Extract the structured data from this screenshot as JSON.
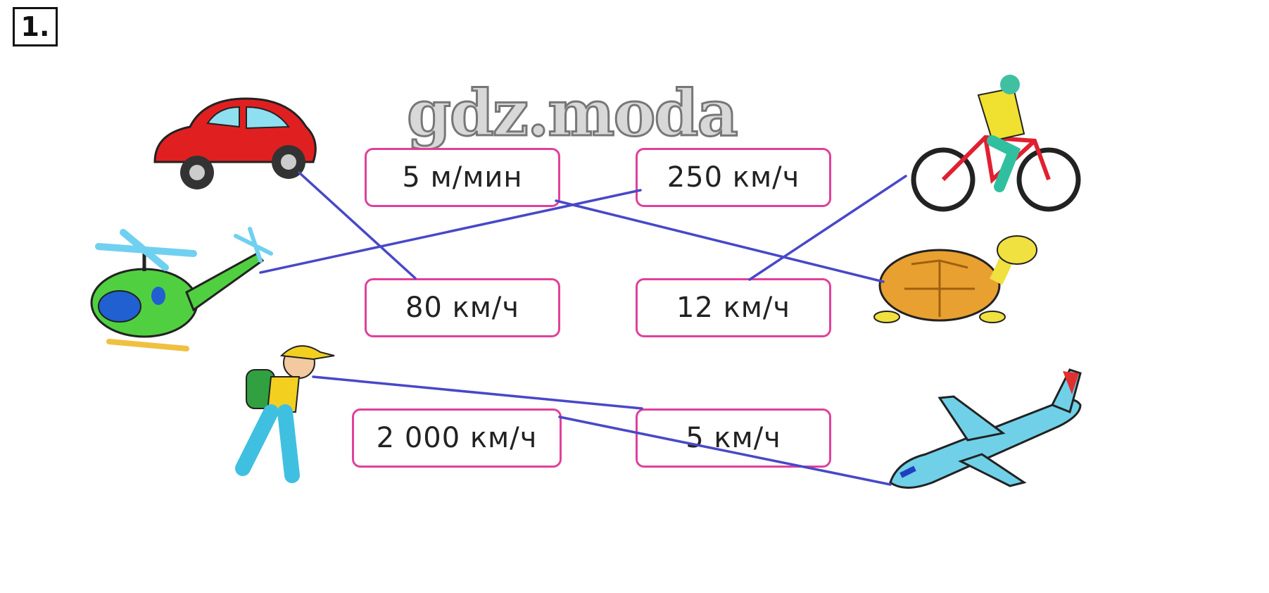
{
  "exercise_number": "1.",
  "watermark": "gdz.moda",
  "speed_boxes": [
    {
      "label": "5  м/мин"
    },
    {
      "label": "250  км/ч"
    },
    {
      "label": "80  км/ч"
    },
    {
      "label": "12  км/ч"
    },
    {
      "label": "2 000  км/ч"
    },
    {
      "label": "5  км/ч"
    }
  ],
  "pictures": [
    "car",
    "helicopter",
    "walker",
    "bicycle",
    "turtle",
    "airplane"
  ],
  "colors": {
    "box_border": "#e0409c",
    "line": "#4848c8"
  }
}
